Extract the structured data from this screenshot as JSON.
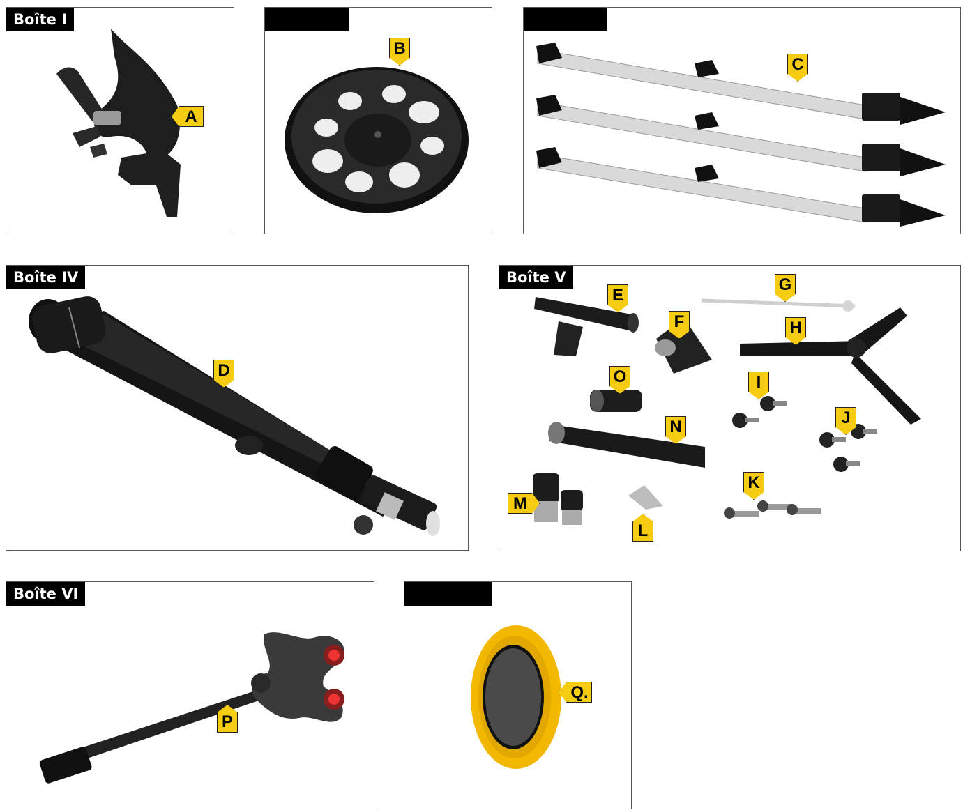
{
  "boxes": {
    "box1": {
      "label": "Boîte I"
    },
    "box4": {
      "label": "Boîte IV"
    },
    "box5": {
      "label": "Boîte V"
    },
    "box6": {
      "label": "Boîte VI"
    }
  },
  "callouts": {
    "a": "A",
    "b": "B",
    "c": "C",
    "d": "D",
    "e": "E",
    "f": "F",
    "g": "G",
    "h": "H",
    "i": "I",
    "j": "J",
    "k": "K",
    "l": "L",
    "m": "M",
    "n": "N",
    "o": "O",
    "p": "P",
    "q": "Q."
  },
  "colors": {
    "callout_fill": "#f5cc12",
    "label_bg": "#000000",
    "label_text": "#ffffff",
    "border": "#555555"
  }
}
